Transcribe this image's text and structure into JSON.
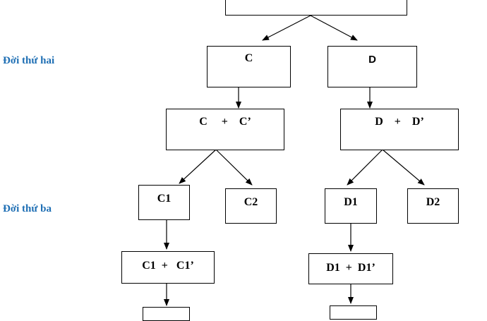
{
  "generations": {
    "second": "Đời thứ hai",
    "third": "Đời thứ ba"
  },
  "nodes": {
    "root": "",
    "c": "C",
    "d": "D",
    "c_cross": "C     +    C’",
    "d_cross": "D    +    D’",
    "c1": "C1",
    "c2": "C2",
    "d1": "D1",
    "d2": "D2",
    "c1_cross": "C1  +   C1’",
    "d1_cross": "D1  +  D1’",
    "c_bottom": "",
    "d_bottom": ""
  },
  "colors": {
    "generation_label": "#1f6fb4",
    "line": "#000000"
  }
}
